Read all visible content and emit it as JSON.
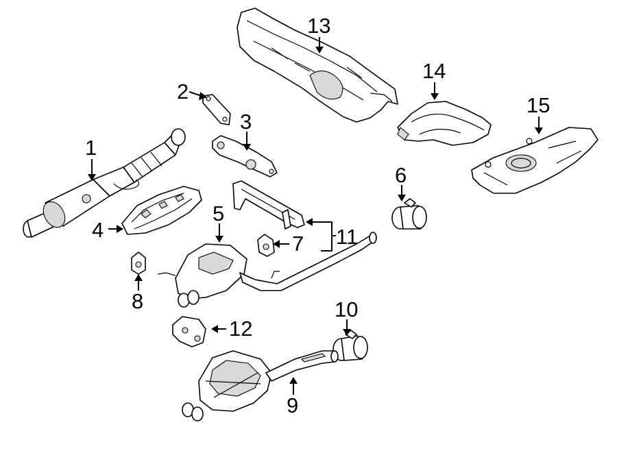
{
  "diagram": {
    "callouts": [
      {
        "id": "c1",
        "label": "1"
      },
      {
        "id": "c2",
        "label": "2"
      },
      {
        "id": "c3",
        "label": "3"
      },
      {
        "id": "c4",
        "label": "4"
      },
      {
        "id": "c5",
        "label": "5"
      },
      {
        "id": "c6",
        "label": "6"
      },
      {
        "id": "c7",
        "label": "7"
      },
      {
        "id": "c8",
        "label": "8"
      },
      {
        "id": "c9",
        "label": "9"
      },
      {
        "id": "c10",
        "label": "10"
      },
      {
        "id": "c11",
        "label": "11"
      },
      {
        "id": "c12",
        "label": "12"
      },
      {
        "id": "c13",
        "label": "13"
      },
      {
        "id": "c14",
        "label": "14"
      },
      {
        "id": "c15",
        "label": "15"
      }
    ],
    "colors": {
      "line": "#000000",
      "fill": "#ffffff",
      "shade": "#d9d9d9",
      "background": "#ffffff"
    }
  }
}
